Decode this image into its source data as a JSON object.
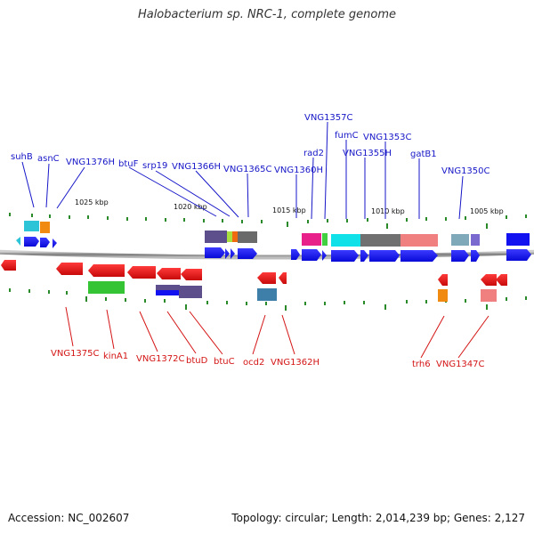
{
  "title": "Halobacterium sp. NRC-1, complete genome",
  "accession": "Accession: NC_002607",
  "summary": "Topology: circular; Length: 2,014,239 bp; Genes: 2,127",
  "scale_labels": [
    "1025 kbp",
    "1020 kbp",
    "1015 kbp",
    "1010 kbp",
    "1005 kbp"
  ],
  "top_labels": [
    "suhB",
    "asnC",
    "VNG1376H",
    "btuF",
    "srp19",
    "VNG1366H",
    "VNG1365C",
    "VNG1360H",
    "rad2",
    "VNG1357C",
    "fumC",
    "VNG1355H",
    "VNG1353C",
    "gatB1",
    "VNG1350C"
  ],
  "bottom_labels": [
    "VNG1375C",
    "kinA1",
    "VNG1372C",
    "btuD",
    "btuC",
    "ocd2",
    "VNG1362H",
    "trh6",
    "VNG1347C"
  ],
  "colors": {
    "forward_gene": "#1212f0",
    "reverse_gene": "#e81010",
    "top_label": "#1616c8",
    "bottom_label": "#d41414",
    "backbone": "#888888",
    "tick": "#2a8a2a"
  }
}
